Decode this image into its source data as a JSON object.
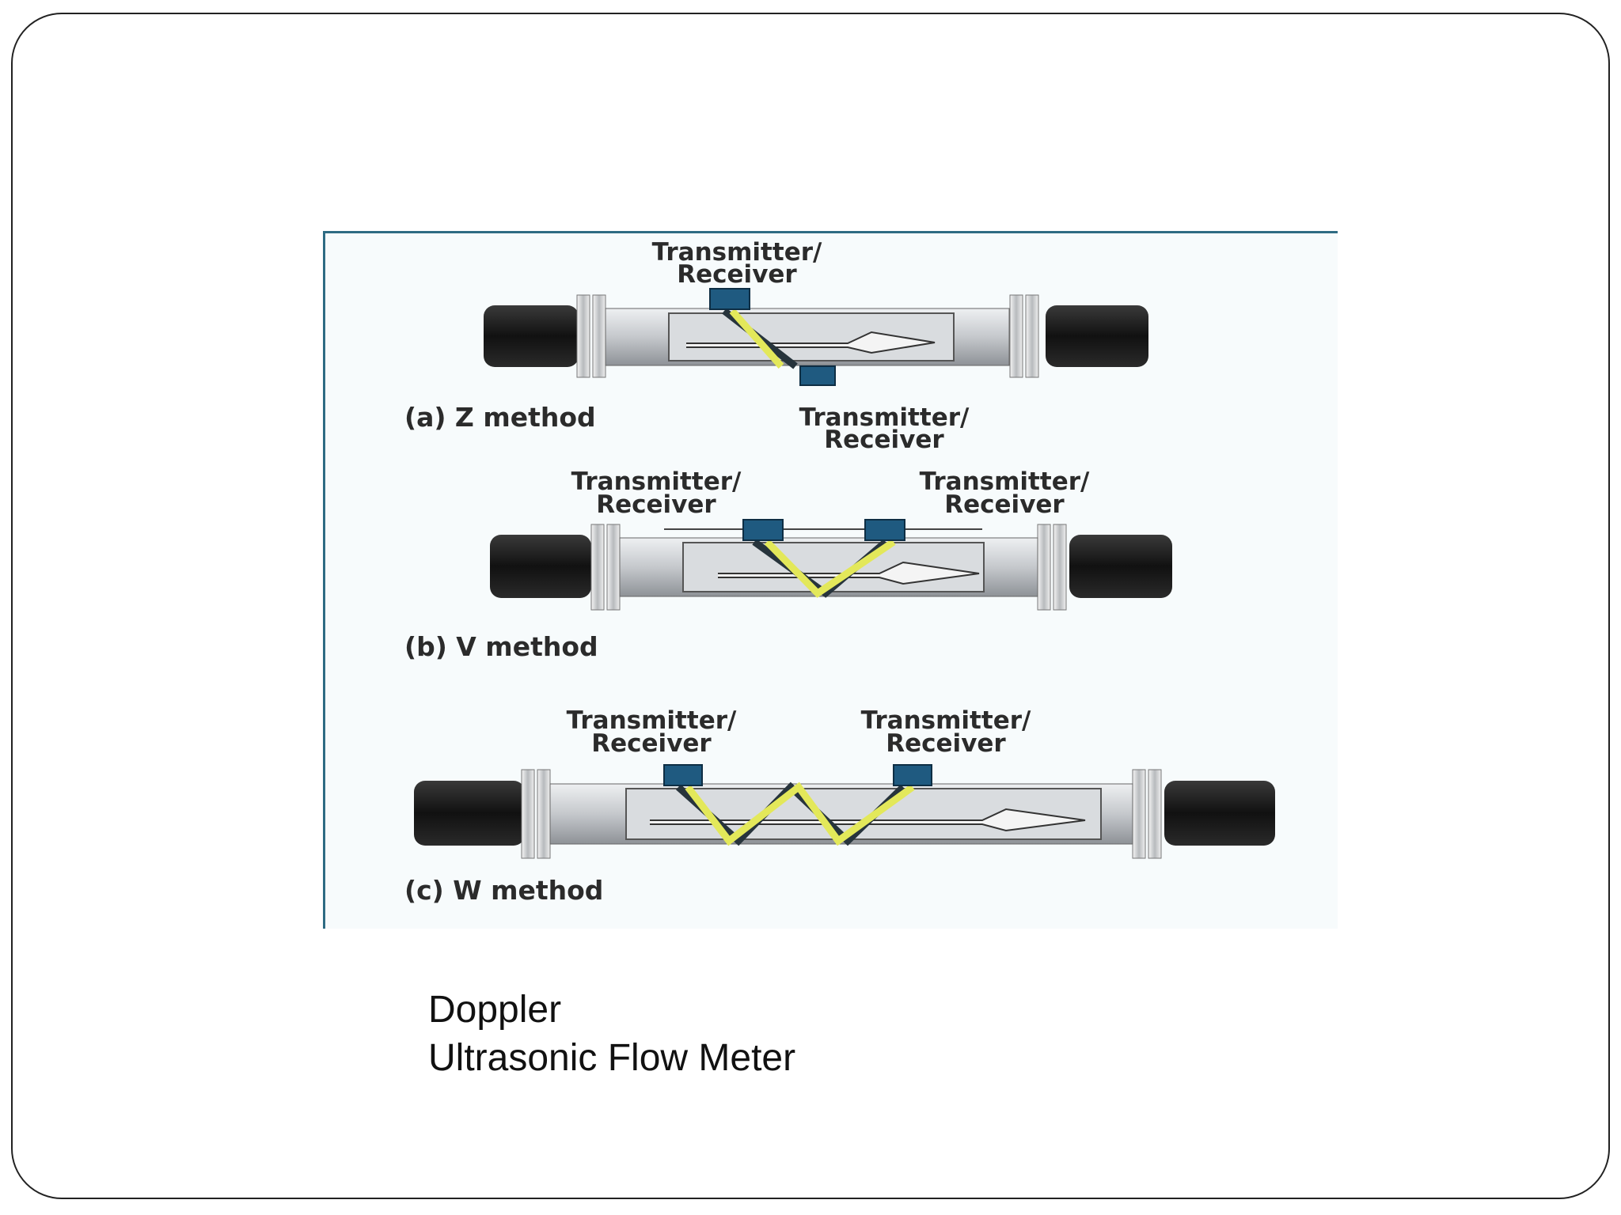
{
  "figure": {
    "panels": [
      {
        "method_label": "(a) Z method",
        "transducer_labels": [
          [
            "Transmitter/",
            "Receiver"
          ],
          [
            "Transmitter/",
            "Receiver"
          ]
        ]
      },
      {
        "method_label": "(b) V method",
        "transducer_labels": [
          [
            "Transmitter/",
            "Receiver"
          ],
          [
            "Transmitter/",
            "Receiver"
          ]
        ]
      },
      {
        "method_label": "(c) W method",
        "transducer_labels": [
          [
            "Transmitter/",
            "Receiver"
          ],
          [
            "Transmitter/",
            "Receiver"
          ]
        ]
      }
    ],
    "colors": {
      "pipe_end": "#1c1c1c",
      "pipe_body": "#c9ccd0",
      "transducer": "#1f5a80",
      "beam_yellow": "#e3e85a",
      "beam_dark": "#27343c",
      "flow_arrow": "#f2f2f2"
    }
  },
  "caption": {
    "line1": "Doppler",
    "line2": "Ultrasonic Flow Meter"
  }
}
